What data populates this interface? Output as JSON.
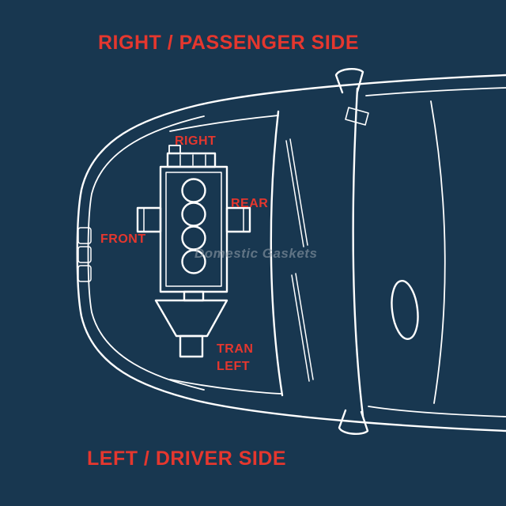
{
  "labels": {
    "top_side": "RIGHT / PASSENGER SIDE",
    "bottom_side": "LEFT / DRIVER SIDE"
  },
  "engine": {
    "label_right": "RIGHT",
    "label_rear": "REAR",
    "label_front": "FRONT",
    "label_tran_line1": "TRAN",
    "label_tran_line2": "LEFT"
  },
  "watermark": {
    "text": "Domestic Gaskets"
  },
  "colors": {
    "background": "#183750",
    "label_red": "#E5372E",
    "line_white": "#FFFFFF",
    "watermark_gray": "#9BA5AF"
  }
}
